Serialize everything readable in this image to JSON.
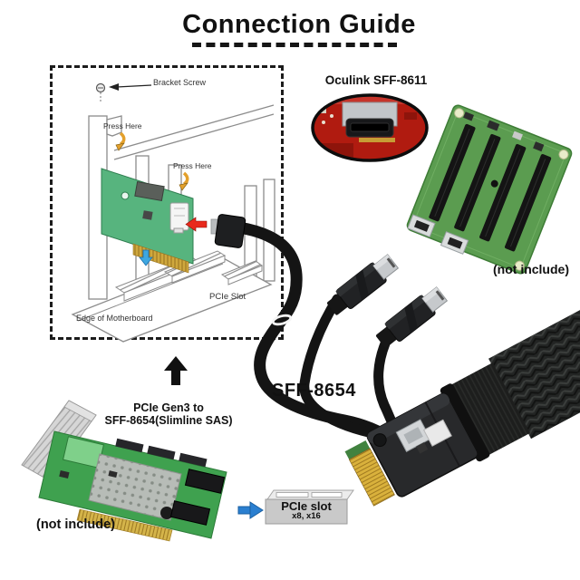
{
  "title": "Connection Guide",
  "diagram": {
    "bracket_screw": "Bracket Screw",
    "press_here_top": "Press Here",
    "press_here_right": "Press Here",
    "pcie_slot": "PCIe Slot",
    "edge_of_motherboard": "Edge of Motherboard"
  },
  "oculink": {
    "title": "Oculink SFF-8611",
    "not_include": "(not include)"
  },
  "cable": {
    "label": "SFF-8654"
  },
  "adapter": {
    "caption_line1": "PCIe Gen3 to",
    "caption_line2": "SFF-8654(Slimline SAS)",
    "not_include": "(not include)"
  },
  "slot_badge": {
    "title": "PCIe slot",
    "subtitle": "x8, x16"
  },
  "colors": {
    "card_green": "#57b47e",
    "pcb_green": "#3fa14f",
    "board_green": "#5b9c50",
    "gold": "#cfa83d",
    "red_arrow": "#e8291c",
    "blue_arrow": "#2a7fd0",
    "press_arrow_yellow": "#e3a02c",
    "red_pcb": "#b01b10",
    "cable_black": "#141414"
  }
}
